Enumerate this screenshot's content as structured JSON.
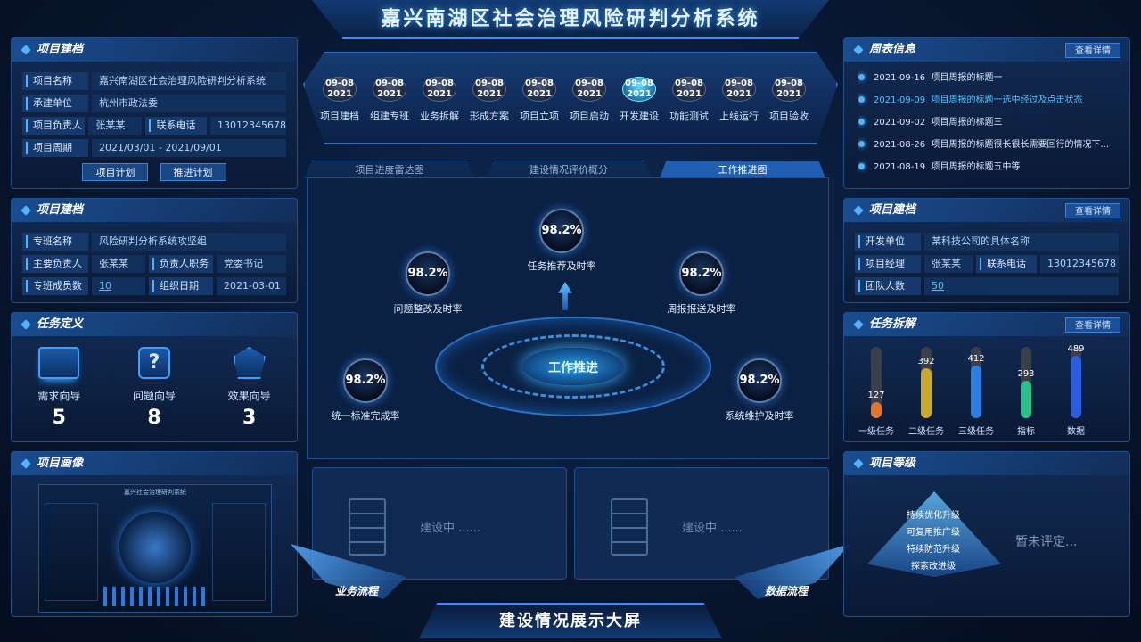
{
  "title": "嘉兴南湖区社会治理风险研判分析系统",
  "footer_title": "建设情况展示大屏",
  "flow_left": "业务流程",
  "flow_right": "数据流程",
  "panel_project": {
    "header": "项目建档",
    "rows": [
      {
        "label": "项目名称",
        "value": "嘉兴南湖区社会治理风险研判分析系统"
      },
      {
        "label": "承建单位",
        "value": "杭州市政法委"
      },
      {
        "label": "项目周期",
        "value": "2021/03/01 - 2021/09/01"
      }
    ],
    "leader_label": "项目负责人",
    "leader": "张某某",
    "phone_label": "联系电话",
    "phone": "13012345678",
    "btn_plan": "项目计划",
    "btn_push": "推进计划"
  },
  "panel_team": {
    "header": "项目建档",
    "name_label": "专班名称",
    "name": "风险研判分析系统攻坚组",
    "lead_label": "主要负责人",
    "lead": "张某某",
    "role_label": "负责人职务",
    "role": "党委书记",
    "members_label": "专班成员数",
    "members": "10",
    "date_label": "组织日期",
    "date": "2021-03-01"
  },
  "panel_task": {
    "header": "任务定义",
    "items": [
      {
        "label": "需求向导",
        "value": "5",
        "icon": "monitor-icon"
      },
      {
        "label": "问题向导",
        "value": "8",
        "icon": "question-icon"
      },
      {
        "label": "效果向导",
        "value": "3",
        "icon": "award-icon"
      }
    ]
  },
  "panel_portrait": {
    "header": "项目画像",
    "thumb_title": "嘉兴社会治理研判系统"
  },
  "stages": [
    {
      "date": "09-08",
      "year": "2021",
      "name": "项目建档"
    },
    {
      "date": "09-08",
      "year": "2021",
      "name": "组建专班"
    },
    {
      "date": "09-08",
      "year": "2021",
      "name": "业务拆解"
    },
    {
      "date": "09-08",
      "year": "2021",
      "name": "形成方案"
    },
    {
      "date": "09-08",
      "year": "2021",
      "name": "项目立项"
    },
    {
      "date": "09-08",
      "year": "2021",
      "name": "项目启动"
    },
    {
      "date": "09-08",
      "year": "2021",
      "name": "开发建设"
    },
    {
      "date": "09-08",
      "year": "2021",
      "name": "功能测试"
    },
    {
      "date": "09-08",
      "year": "2021",
      "name": "上线运行"
    },
    {
      "date": "09-08",
      "year": "2021",
      "name": "项目验收"
    }
  ],
  "tabs": [
    "项目进度雷达图",
    "建设情况评价概分",
    "工作推进图"
  ],
  "center_label": "工作推进",
  "metrics": [
    {
      "value": "98.2%",
      "name": "任务推荐及时率"
    },
    {
      "value": "98.2%",
      "name": "问题整改及时率"
    },
    {
      "value": "98.2%",
      "name": "周报报送及时率"
    },
    {
      "value": "98.2%",
      "name": "统一标准完成率"
    },
    {
      "value": "98.2%",
      "name": "系统维护及时率"
    }
  ],
  "building": [
    "建设中 ......",
    "建设中 ......"
  ],
  "panel_weekly": {
    "header": "周表信息",
    "more": "查看详情",
    "items": [
      {
        "date": "2021-09-16",
        "text": "项目周报的标题一"
      },
      {
        "date": "2021-09-09",
        "text": "项目周报的标题一选中经过及点击状态"
      },
      {
        "date": "2021-09-02",
        "text": "项目周报的标题三"
      },
      {
        "date": "2021-08-26",
        "text": "项目周报的标题很长很长需要回行的情况下..."
      },
      {
        "date": "2021-08-19",
        "text": "项目周报的标题五中等"
      }
    ]
  },
  "panel_dev": {
    "header": "项目建档",
    "more": "查看详情",
    "unit_label": "开发单位",
    "unit": "某科技公司的具体名称",
    "manager_label": "项目经理",
    "manager": "张某某",
    "phone_label": "联系电话",
    "phone": "13012345678",
    "team_label": "团队人数",
    "team": "50"
  },
  "panel_split": {
    "header": "任务拆解",
    "more": "查看详情"
  },
  "chart_data": {
    "type": "bar",
    "categories": [
      "一级任务",
      "二级任务",
      "三级任务",
      "指标",
      "数据"
    ],
    "values": [
      127,
      392,
      412,
      293,
      489
    ],
    "colors": [
      "#e0742a",
      "#c9a82a",
      "#2a7fe0",
      "#2ac08a",
      "#2a5de0"
    ],
    "ylim": [
      0,
      500
    ]
  },
  "panel_level": {
    "header": "项目等级",
    "levels": [
      "持续优化升级",
      "可复用推广级",
      "特续防范升级",
      "探索改进级"
    ],
    "status": "暂未评定..."
  }
}
